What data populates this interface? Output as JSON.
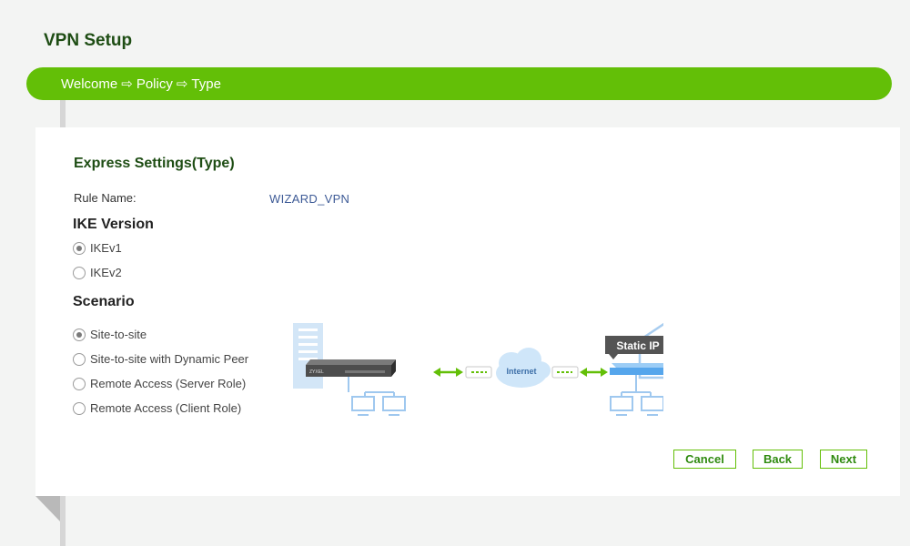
{
  "header": {
    "title": "VPN Setup"
  },
  "progress": {
    "steps": [
      "Welcome",
      "Policy",
      "Type"
    ],
    "arrow": "⇨"
  },
  "panel": {
    "title": "Express Settings(Type)",
    "rule_name": {
      "label": "Rule Name:",
      "value": "WIZARD_VPN"
    },
    "ike_version": {
      "heading": "IKE Version",
      "options": [
        {
          "label": "IKEv1",
          "selected": true
        },
        {
          "label": "IKEv2",
          "selected": false
        }
      ]
    },
    "scenario": {
      "heading": "Scenario",
      "options": [
        {
          "label": "Site-to-site",
          "selected": true
        },
        {
          "label": "Site-to-site with Dynamic Peer",
          "selected": false
        },
        {
          "label": "Remote Access (Server Role)",
          "selected": false
        },
        {
          "label": "Remote Access (Client Role)",
          "selected": false
        }
      ]
    },
    "diagram": {
      "cloud_label": "Internet",
      "static_ip_label": "Static IP",
      "device_brand": "ZYXEL"
    }
  },
  "buttons": {
    "cancel": "Cancel",
    "back": "Back",
    "next": "Next"
  },
  "colors": {
    "accent": "#63bf07",
    "title": "#1e4d14",
    "value": "#3d5a96"
  }
}
